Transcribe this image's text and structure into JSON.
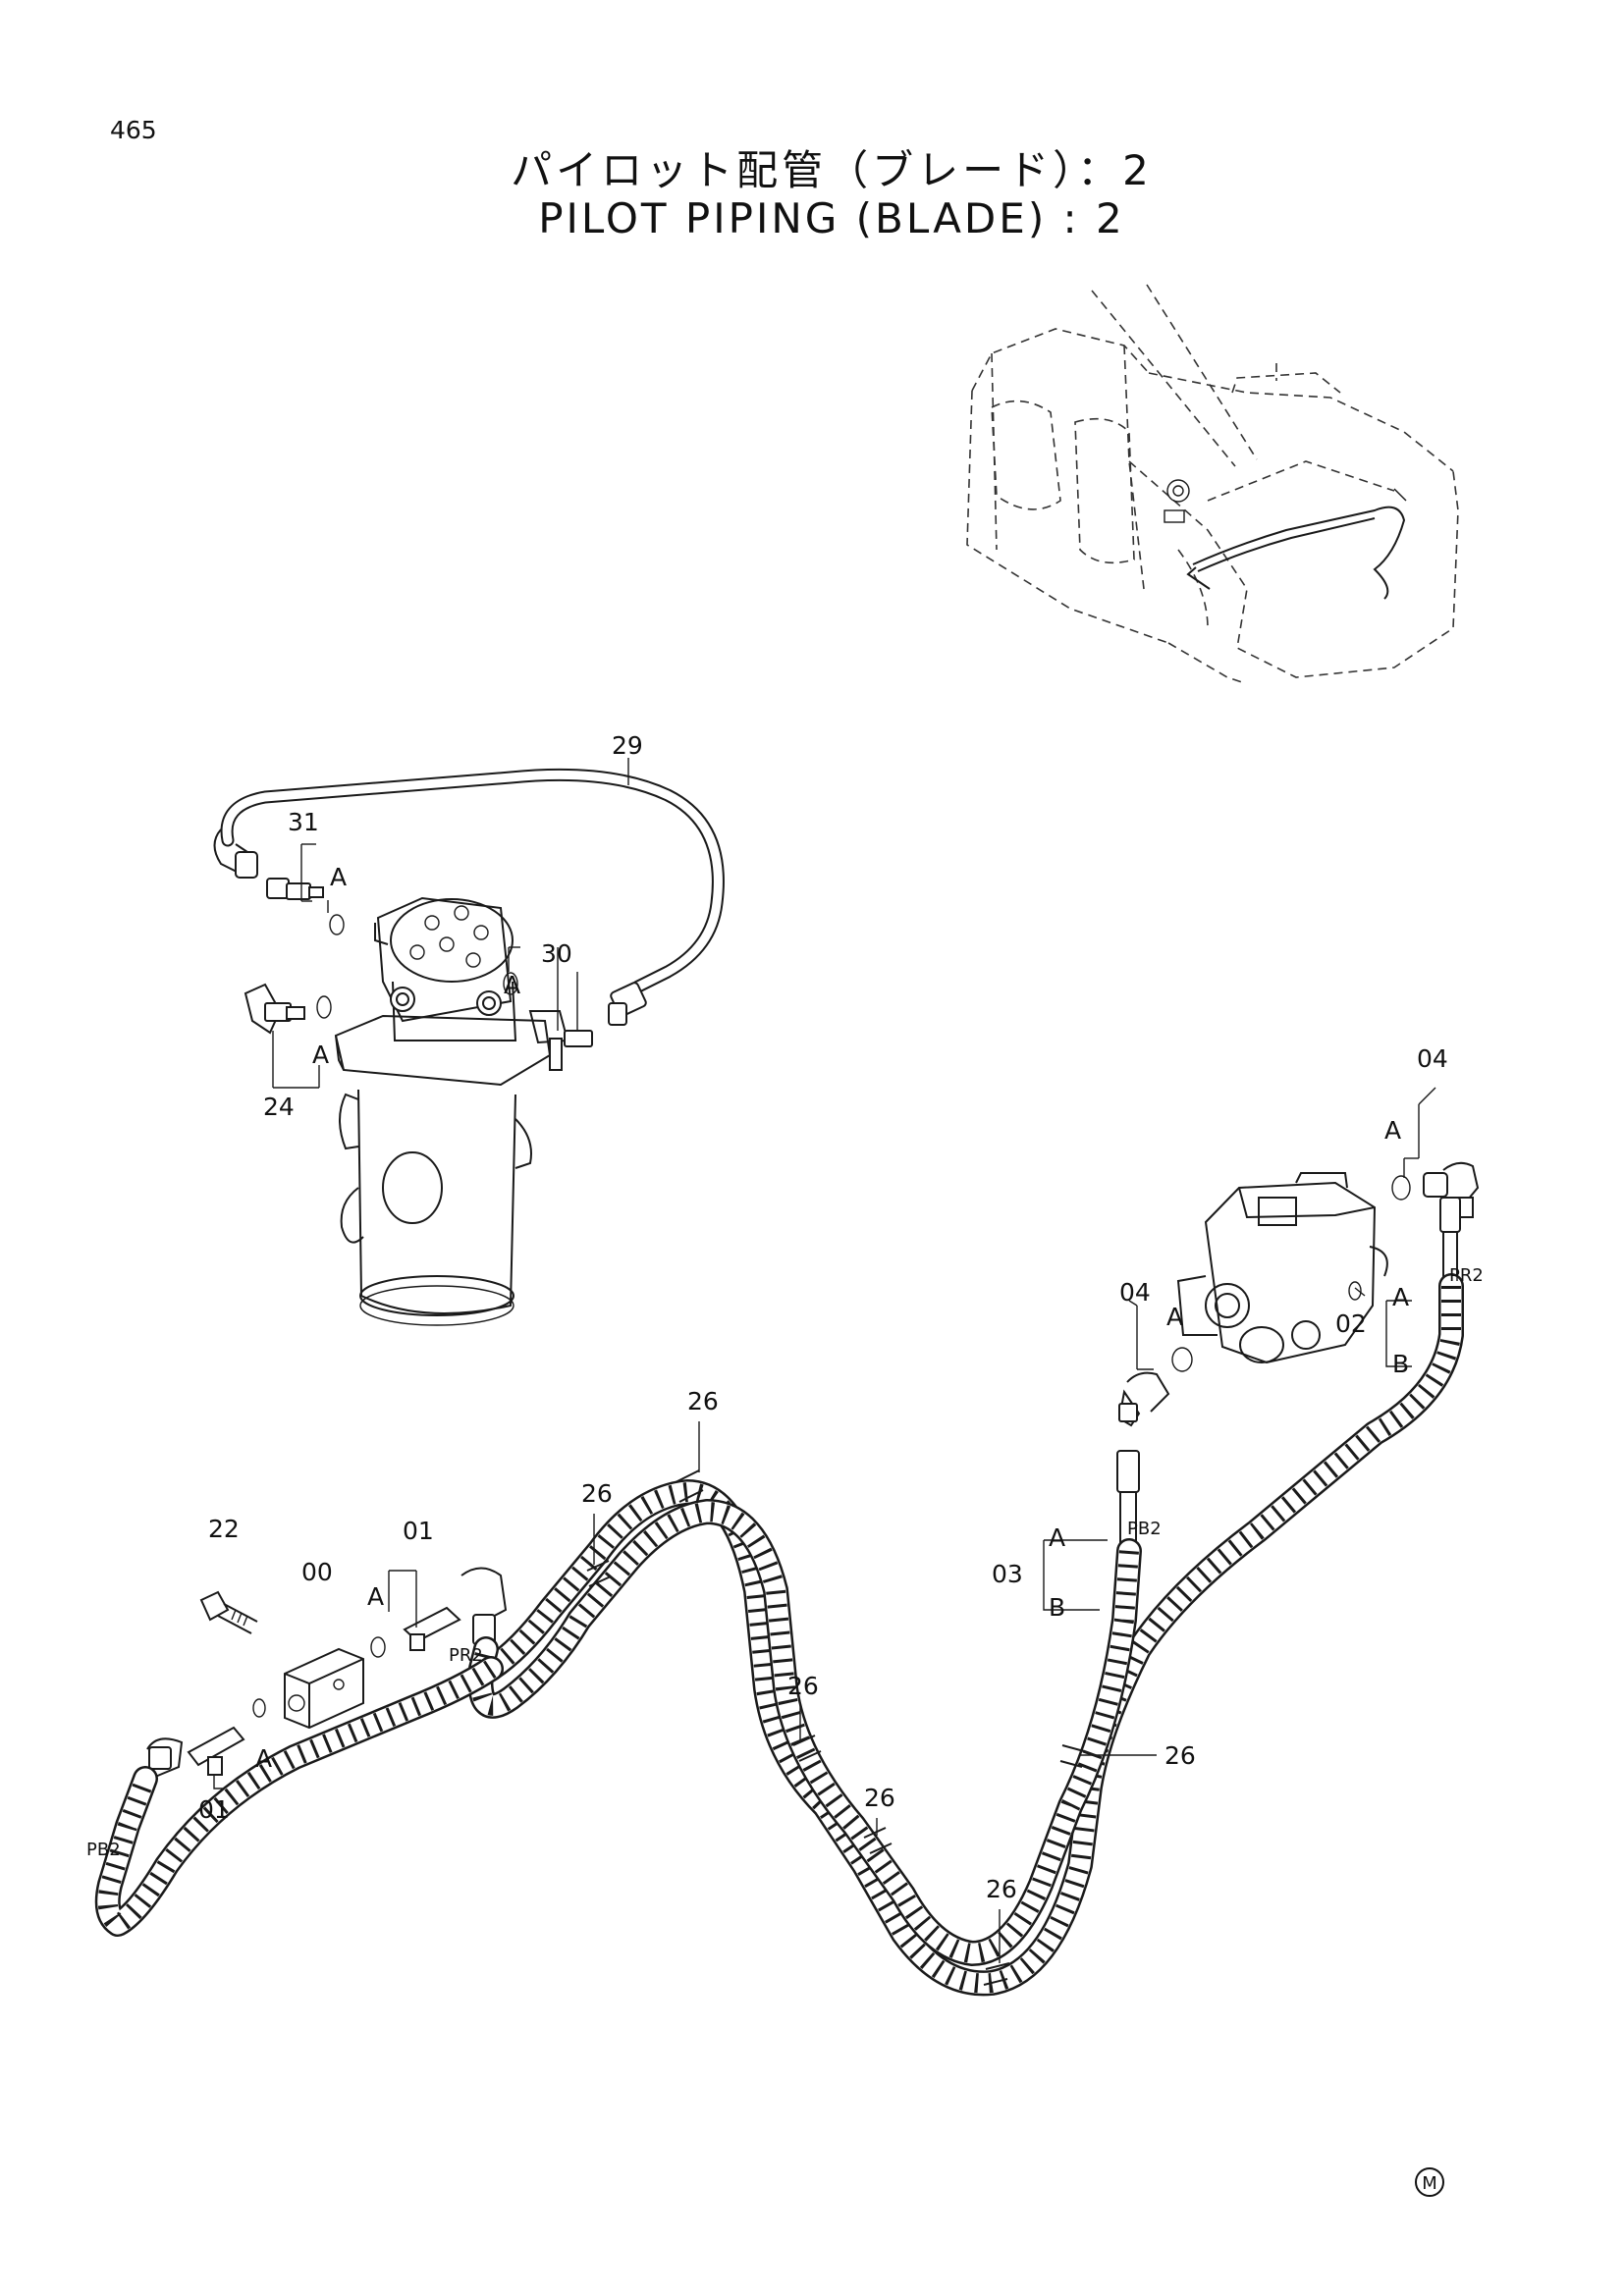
{
  "page_number": "465",
  "title_jp": "パイロット配管（ブレード）：2",
  "title_en": "PILOT PIPING (BLADE) : 2",
  "mark": "M",
  "callouts": {
    "c29": "29",
    "c31": "31",
    "c30": "30",
    "c24": "24",
    "c04a": "04",
    "c04b": "04",
    "c02": "02",
    "c03": "03",
    "c22": "22",
    "c00": "00",
    "c01a": "01",
    "c01b": "01",
    "c26a": "26",
    "c26b": "26",
    "c26c": "26",
    "c26d": "26",
    "c26e": "26",
    "c26f": "26"
  },
  "letters": {
    "a31": "A",
    "a30": "A",
    "a24": "A",
    "a04a": "A",
    "a04b": "A",
    "a02": "A",
    "b02": "B",
    "a03": "A",
    "b03": "B",
    "a01a": "A",
    "a01b": "A"
  },
  "ports": {
    "pr2_right": "PR2",
    "pb2_mid": "PB2",
    "pr2_left": "PR2",
    "pb2_left": "PB2"
  }
}
